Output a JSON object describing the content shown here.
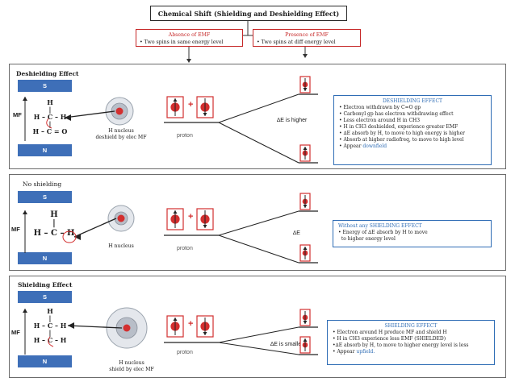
{
  "title": "Chemical Shift (Shielding and Deshielding Effect)",
  "absence": {
    "heading": "Absence of EMF",
    "text": "• Two spins in same energy level"
  },
  "presence": {
    "heading": "Presence of EMF",
    "text": "• Two spins at diff energy level"
  },
  "common": {
    "S": "S",
    "N": "N",
    "MF": "MF",
    "proton": "proton"
  },
  "panel1": {
    "title": "Deshielding Effect",
    "molecule": [
      "H",
      "|",
      "H – C – H",
      "|",
      "H – C = O"
    ],
    "caption": [
      "H nucleus",
      "deshield by elec MF"
    ],
    "delta": "∆E is higher",
    "box_title": "DESHIELDING EFFECT",
    "bullets": [
      "• Electron withdrawn by C=O gp",
      "• Carbonyl gp has electron withdrawing effect",
      "• Less electron around H in CH3",
      "• H in CH3 deshielded, experience greater EMF",
      "• ∆E absorb by H, to move to high energy is higher",
      "• Absorb at higher radiofreq, to move to high level"
    ],
    "last_prefix": "• Appear ",
    "last_highlight": "downfield"
  },
  "panel2": {
    "title": "No shielding",
    "molecule": [
      "H",
      "|",
      "H – C – H"
    ],
    "caption": [
      "H nucleus"
    ],
    "delta": "∆E",
    "box_title": "Without any SHIELDING EFFECT",
    "bullets": [
      "• Energy of ∆E absorb by H to move",
      "  to higher energy level"
    ]
  },
  "panel3": {
    "title": "Shielding Effect",
    "molecule": [
      "H",
      "|",
      "H – C – H",
      "|",
      "H – C – H"
    ],
    "caption": [
      "H nucleus",
      "shield by elec MF"
    ],
    "delta": "∆E is smaller",
    "box_title": "SHIELDING EFFECT",
    "bullets": [
      "• Electron around H produce MF and shield H",
      "• H in CH3 experience less EMF (SHIELDED)",
      "•∆E absorb by H, to move to higher energy level is less"
    ],
    "last_prefix": "• Appear ",
    "last_highlight": "upfield."
  },
  "colors": {
    "red": "#d32f2f",
    "blue": "#3e6fb8",
    "accent": "#2f6db5"
  }
}
